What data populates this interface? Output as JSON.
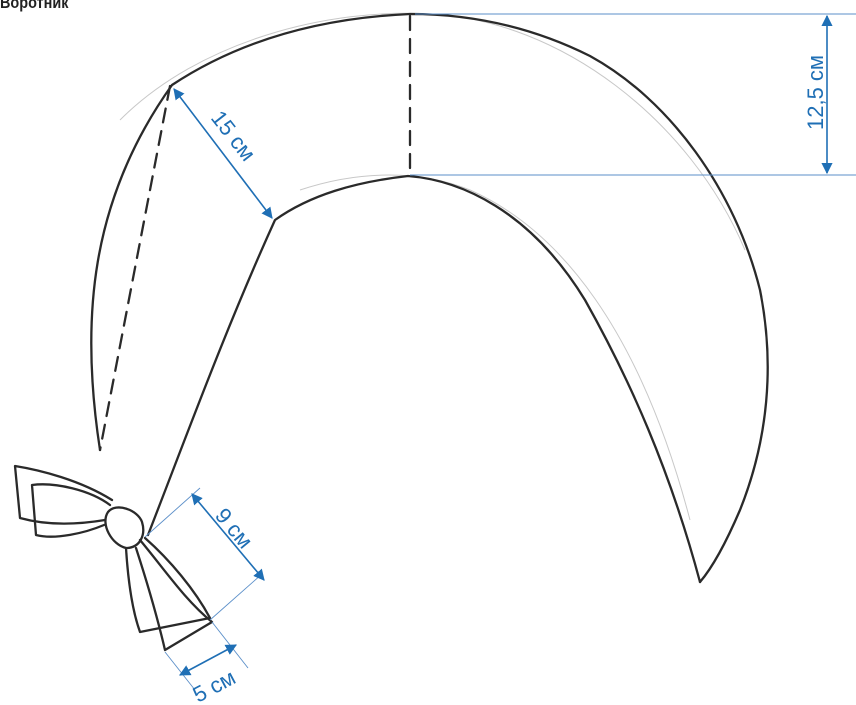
{
  "title": "Воротник",
  "dimensions": {
    "height": "12,5 см",
    "width": "15 см",
    "tie_length": "9 см",
    "tie_width": "5 см"
  },
  "colors": {
    "dimension": "#1f6fb5",
    "pencil": "#2a2a2a"
  }
}
